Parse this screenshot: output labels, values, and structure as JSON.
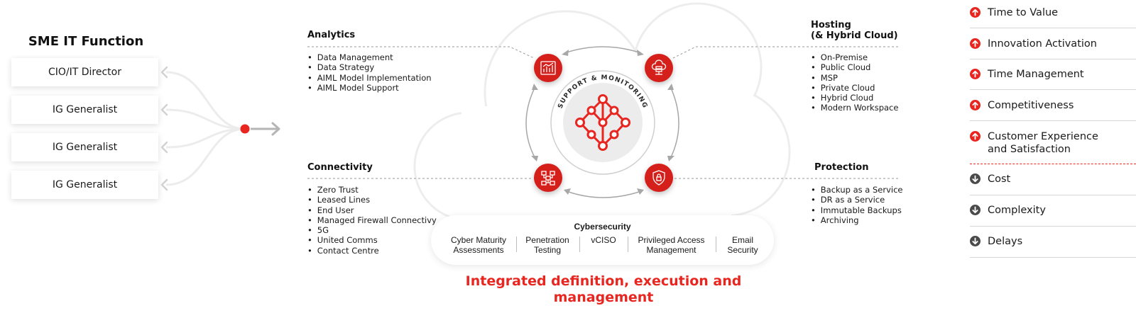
{
  "left": {
    "title": "SME IT Function",
    "roles": [
      "CIO/IT Director",
      "IG Generalist",
      "IG Generalist",
      "IG Generalist"
    ]
  },
  "diagram": {
    "ring_label": "SUPPORT & MONITORING",
    "tagline_lines": [
      "Integrated definition, execution and",
      "management"
    ],
    "analytics": {
      "title": "Analytics",
      "items": [
        "Data Management",
        "Data Strategy",
        "AIML Model Implementation",
        "AIML Model Support"
      ]
    },
    "connectivity": {
      "title": "Connectivity",
      "items": [
        "Zero Trust",
        "Leased Lines",
        "End User",
        "Managed Firewall Connectivy",
        "5G",
        "United Comms",
        "Contact Centre"
      ]
    },
    "hosting": {
      "title_lines": [
        "Hosting",
        "(& Hybrid Cloud)"
      ],
      "items": [
        "On-Premise",
        "Public Cloud",
        "MSP",
        "Private Cloud",
        "Hybrid Cloud",
        "Modern Workspace"
      ]
    },
    "protection": {
      "title": "Protection",
      "items": [
        "Backup as a Service",
        "DR as a Service",
        "Immutable Backups",
        "Archiving"
      ]
    },
    "cybersecurity": {
      "title": "Cybersecurity",
      "items": [
        [
          "Cyber Maturity",
          "Assessments"
        ],
        [
          "Penetration",
          "Testing"
        ],
        [
          "vCISO"
        ],
        [
          "Privileged Access",
          "Management"
        ],
        [
          "Email",
          "Security"
        ]
      ]
    }
  },
  "outcomes": {
    "up_color": "#e8251f",
    "down_color": "#4a4a4a",
    "increase": [
      [
        "Time to Value"
      ],
      [
        "Innovation Activation"
      ],
      [
        "Time Management"
      ],
      [
        "Competitiveness"
      ],
      [
        "Customer Experience",
        "and Satisfaction"
      ]
    ],
    "decrease": [
      [
        "Cost"
      ],
      [
        "Complexity"
      ],
      [
        "Delays"
      ]
    ]
  }
}
